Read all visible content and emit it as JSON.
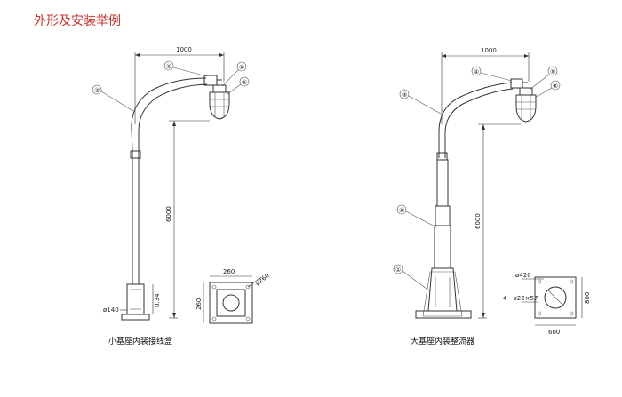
{
  "title": "外形及安装举例",
  "left": {
    "caption": "小基座内装接线盒",
    "dim_top": "1000",
    "dim_height": "6000",
    "dim_base_dia": "ø140",
    "dim_base_h": "0.34",
    "plan_w": "260",
    "plan_h": "260",
    "plan_dia": "ø260",
    "callouts": [
      "③",
      "④",
      "⑤",
      "⑥"
    ]
  },
  "right": {
    "caption": "大基座内装整流器",
    "dim_top": "1000",
    "dim_height": "6000",
    "plan_w": "600",
    "plan_h": "800",
    "plan_hole": "ø420",
    "plan_bolts": "4－ø22×57",
    "callouts": [
      "①",
      "②",
      "③",
      "④",
      "⑤",
      "⑥"
    ]
  }
}
